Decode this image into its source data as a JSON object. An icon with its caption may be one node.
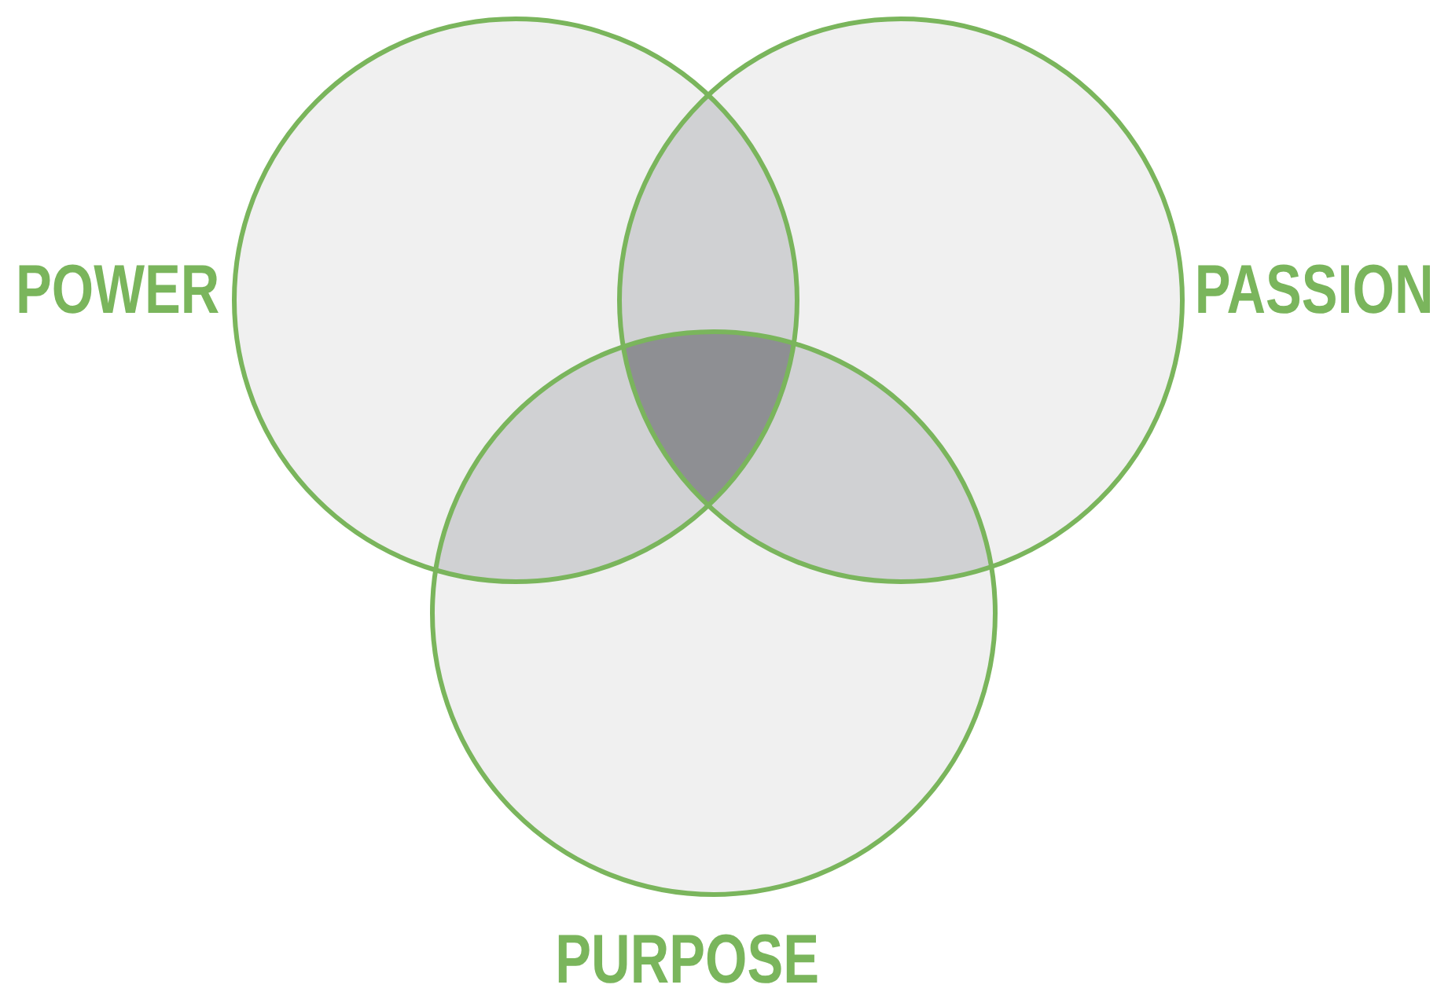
{
  "diagram": {
    "nodes": [
      {
        "text": [
          "POWER"
        ]
      },
      {
        "text": [
          "PASSION"
        ]
      },
      {
        "text": [
          "PURPOSE"
        ]
      }
    ]
  }
}
